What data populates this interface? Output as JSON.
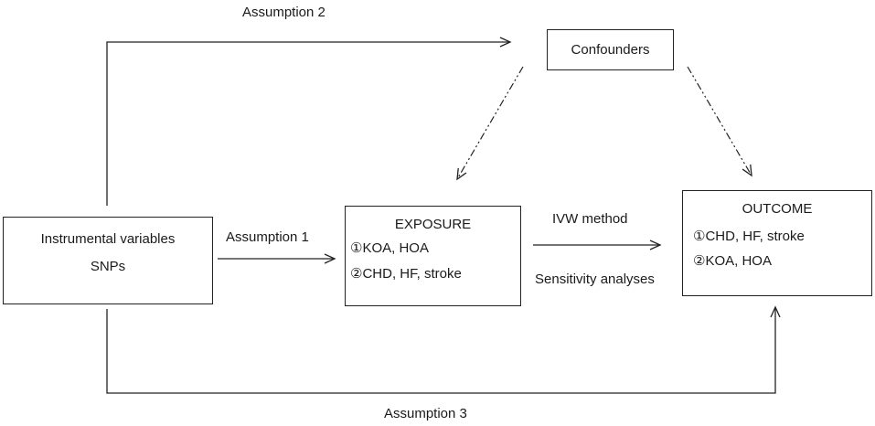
{
  "labels": {
    "assumption2": "Assumption 2",
    "assumption1": "Assumption 1",
    "assumption3": "Assumption 3",
    "confounders": "Confounders",
    "iv_line1": "Instrumental variables",
    "iv_line2": "SNPs",
    "exposure_title": "EXPOSURE",
    "exposure_item1": "①KOA, HOA",
    "exposure_item2": "②CHD, HF, stroke",
    "ivw_method": "IVW method",
    "sensitivity": "Sensitivity analyses",
    "outcome_title": "OUTCOME",
    "outcome_item1": "①CHD, HF, stroke",
    "outcome_item2": "②KOA, HOA"
  }
}
